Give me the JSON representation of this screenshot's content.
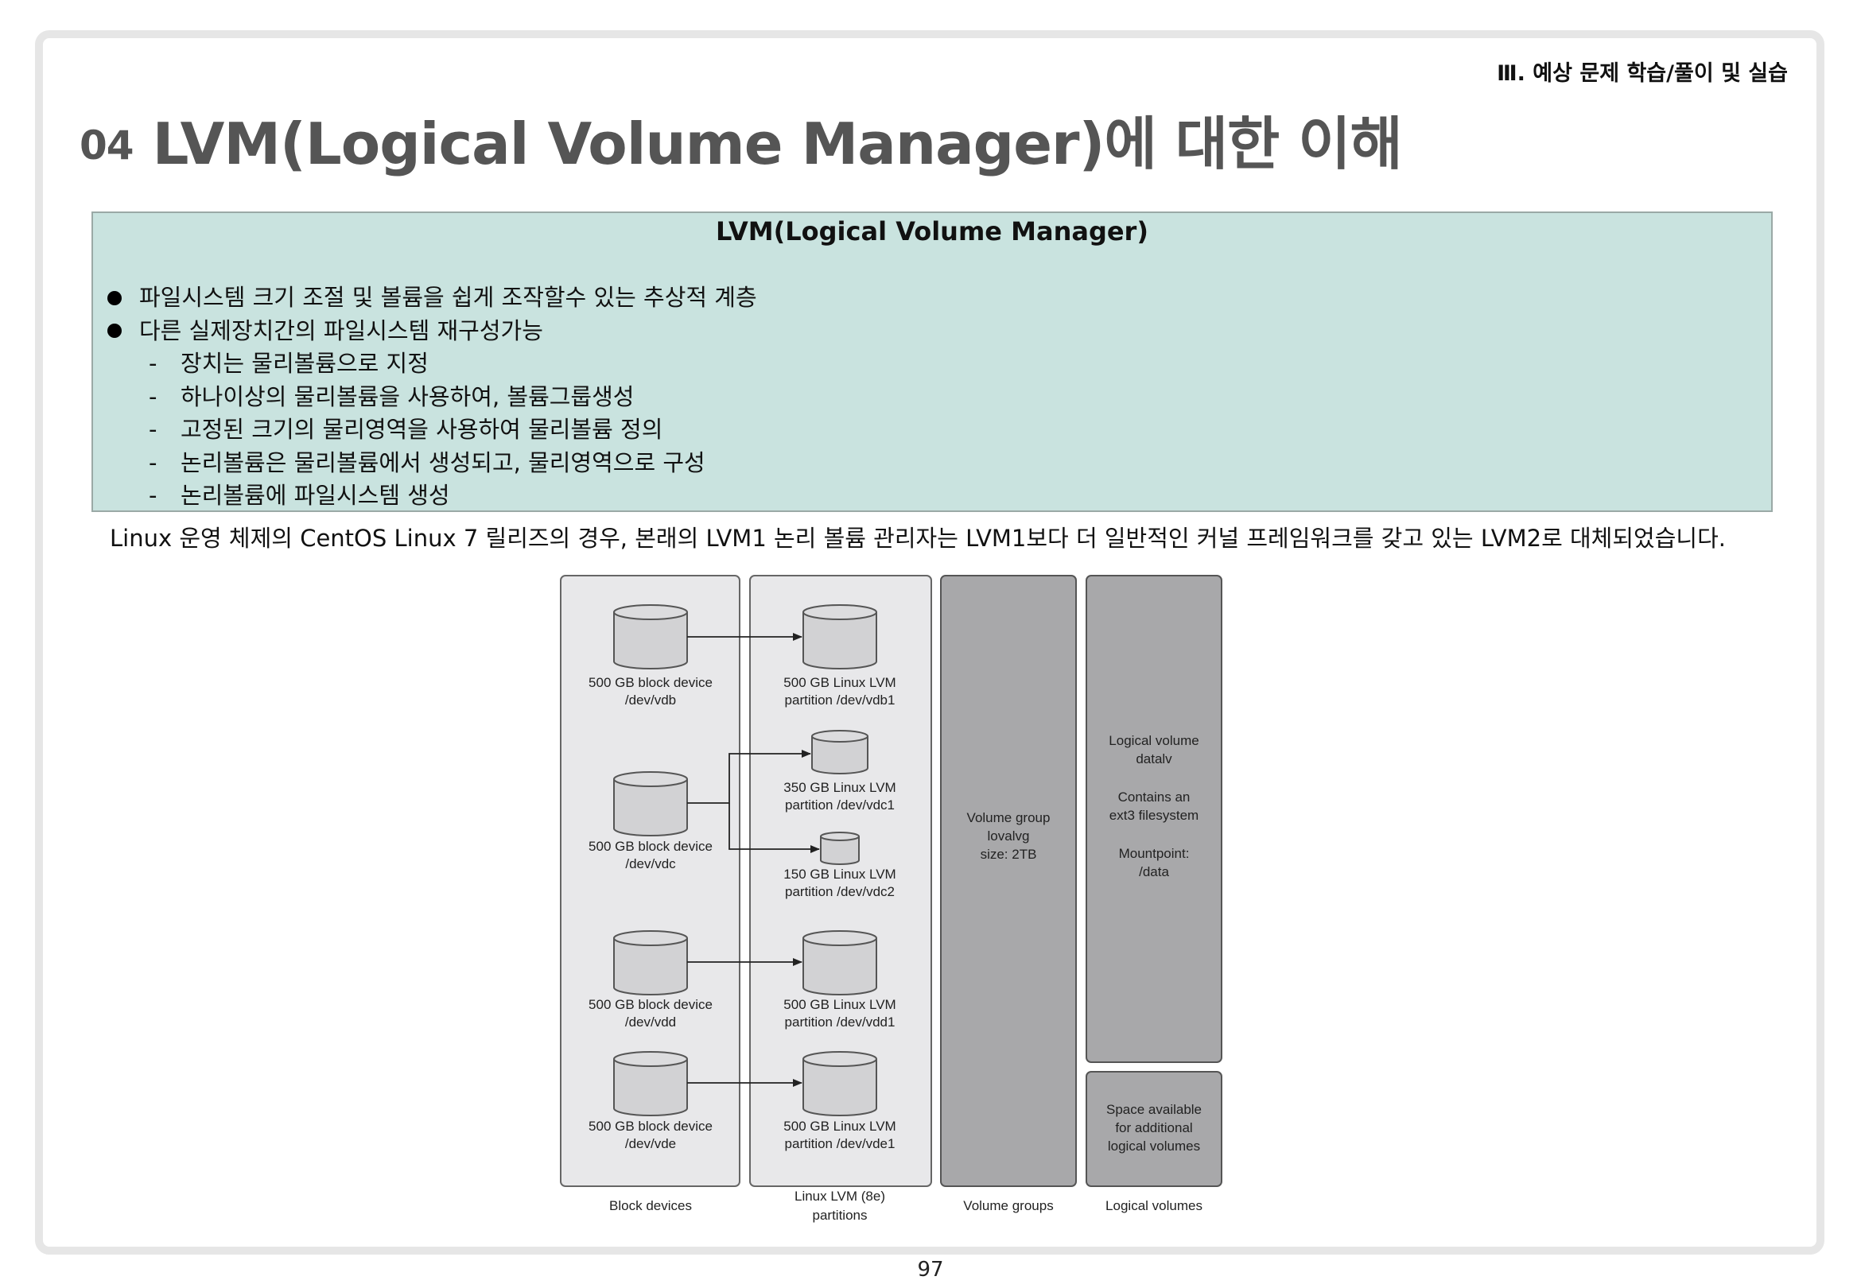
{
  "header": {
    "chapter": "Ⅲ. 예상 문제 학습/풀이 및 실습",
    "section_number": "04",
    "title": "LVM(Logical Volume Manager)에 대한 이해"
  },
  "infobox": {
    "title": "LVM(Logical Volume Manager)",
    "bullets": [
      "파일시스템 크기 조절 및 볼륨을 쉽게 조작할수 있는 추상적 계층",
      "다른 실제장치간의 파일시스템 재구성가능"
    ],
    "sub_items": [
      "장치는 물리볼륨으로 지정",
      "하나이상의 물리볼륨을 사용하여, 볼륨그룹생성",
      "고정된 크기의 물리영역을 사용하여 물리볼륨 정의",
      "논리볼륨은 물리볼륨에서 생성되고, 물리영역으로 구성",
      "논리볼륨에 파일시스템 생성"
    ],
    "dash": "-"
  },
  "note": "Linux 운영 체제의 CentOS Linux 7 릴리즈의 경우, 본래의 LVM1 논리 볼륨 관리자는 LVM1보다 더 일반적인 커널 프레임워크를 갖고 있는 LVM2로 대체되었습니다.",
  "diagram": {
    "block_devices": [
      {
        "line1": "500 GB block device",
        "line2": "/dev/vdb"
      },
      {
        "line1": "500 GB block device",
        "line2": "/dev/vdc"
      },
      {
        "line1": "500 GB block device",
        "line2": "/dev/vdd"
      },
      {
        "line1": "500 GB block device",
        "line2": "/dev/vde"
      }
    ],
    "partitions": [
      {
        "line1": "500 GB Linux LVM",
        "line2": "partition /dev/vdb1"
      },
      {
        "line1": "350 GB Linux LVM",
        "line2": "partition /dev/vdc1"
      },
      {
        "line1": "150 GB Linux LVM",
        "line2": "partition /dev/vdc2"
      },
      {
        "line1": "500 GB Linux LVM",
        "line2": "partition /dev/vdd1"
      },
      {
        "line1": "500 GB Linux LVM",
        "line2": "partition /dev/vde1"
      }
    ],
    "volume_group": {
      "line1": "Volume group",
      "line2": "lovalvg",
      "line3": "size: 2TB"
    },
    "logical_volume": {
      "line1": "Logical volume",
      "line2": "datalv",
      "line3": "Contains an",
      "line4": "ext3 filesystem",
      "line5": "Mountpoint:",
      "line6": "/data"
    },
    "free_space": {
      "line1": "Space available",
      "line2": "for additional",
      "line3": "logical volumes"
    },
    "column_labels": {
      "block": "Block devices",
      "lvm_line1": "Linux LVM (8e)",
      "lvm_line2": "partitions",
      "vg": "Volume groups",
      "lv": "Logical volumes"
    },
    "colors": {
      "light_panel": "#e8e8ea",
      "dark_panel": "#a8a8aa",
      "cylinder": "#d2d2d4",
      "stroke": "#555555"
    }
  },
  "page_number": "97"
}
